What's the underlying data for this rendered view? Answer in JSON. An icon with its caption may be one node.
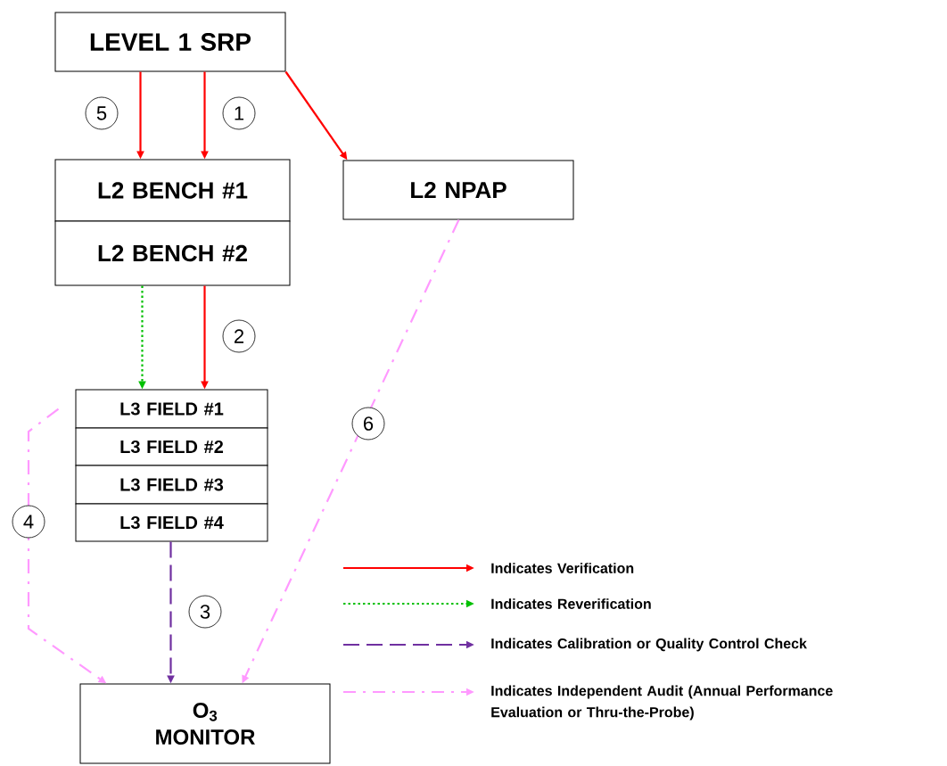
{
  "diagram": {
    "nodes": [
      {
        "text": [
          "LEVEL 1 SRP"
        ]
      },
      {
        "text": [
          "L2 BENCH  #1"
        ]
      },
      {
        "text": [
          "L2 BENCH  #2"
        ]
      },
      {
        "text": [
          "L2 NPAP"
        ]
      },
      {
        "text": [
          "L3 FIELD  #1"
        ]
      },
      {
        "text": [
          "L3 FIELD  #2"
        ]
      },
      {
        "text": [
          "L3 FIELD  #3"
        ]
      },
      {
        "text": [
          "L3 FIELD  #4"
        ]
      },
      {
        "text": [
          "O$_{3}$ MONITOR"
        ]
      }
    ],
    "edges": [
      {
        "from": 0,
        "to": 1,
        "arrow": "to",
        "label": "5"
      },
      {
        "from": 0,
        "to": 1,
        "arrow": "to",
        "label": "1"
      },
      {
        "from": 0,
        "to": 3,
        "arrow": "to"
      },
      {
        "from": 2,
        "to": 4,
        "arrow": "to",
        "style": "dashed",
        "color": "#00c000"
      },
      {
        "from": 2,
        "to": 4,
        "arrow": "to",
        "label": "2"
      },
      {
        "from": 7,
        "to": 8,
        "arrow": "to",
        "label": "3",
        "style": "dashed",
        "color": "#7030a0"
      },
      {
        "from": 4,
        "to": 8,
        "arrow": "to",
        "label": "4",
        "style": "dashed",
        "color": "#ff99ff"
      },
      {
        "from": 3,
        "to": 8,
        "arrow": "to",
        "label": "6",
        "style": "dashed",
        "color": "#ff99ff"
      }
    ],
    "legend": [
      {
        "text": "Indicates Verification"
      },
      {
        "text": "Indicates Reverification"
      },
      {
        "text": "Indicates Calibration or Quality Control Check"
      },
      {
        "text": "Indicates Independent Audit (Annual Performance Evaluation or Thru-the-Probe)"
      }
    ]
  }
}
